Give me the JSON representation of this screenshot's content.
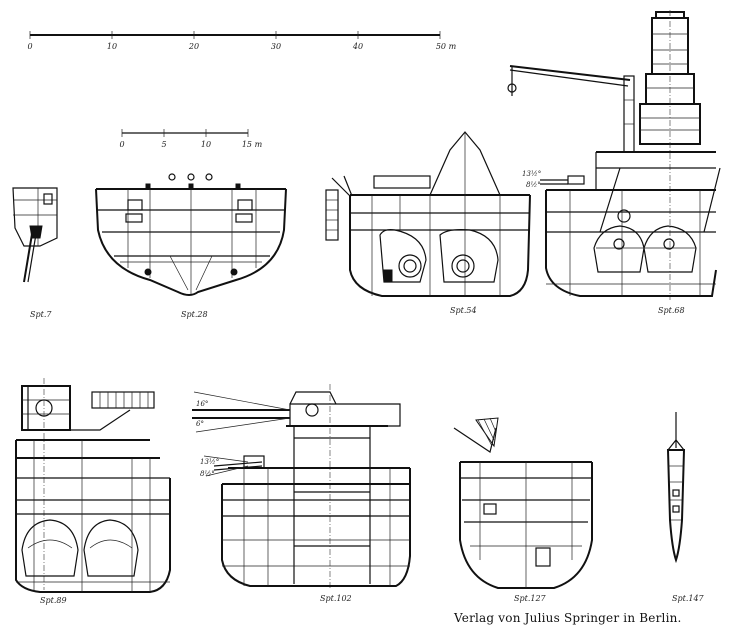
{
  "scale_large": {
    "ticks": [
      "0",
      "10",
      "20",
      "30",
      "40",
      "50 m"
    ]
  },
  "scale_small": {
    "ticks": [
      "0",
      "5",
      "10",
      "15 m"
    ]
  },
  "sections": [
    {
      "label": "Spt.7"
    },
    {
      "label": "Spt.28"
    },
    {
      "label": "Spt.54"
    },
    {
      "label": "Spt.68"
    },
    {
      "label": "Spt.89"
    },
    {
      "label": "Spt.102"
    },
    {
      "label": "Spt.127"
    },
    {
      "label": "Spt.147"
    }
  ],
  "angles": {
    "spt68_a": "13½°",
    "spt68_b": "8½°",
    "spt102_a": "16°",
    "spt102_b": "6°",
    "spt102_c": "13½°",
    "spt102_d": "8½°"
  },
  "publisher": "Verlag von Julius Springer in Berlin."
}
